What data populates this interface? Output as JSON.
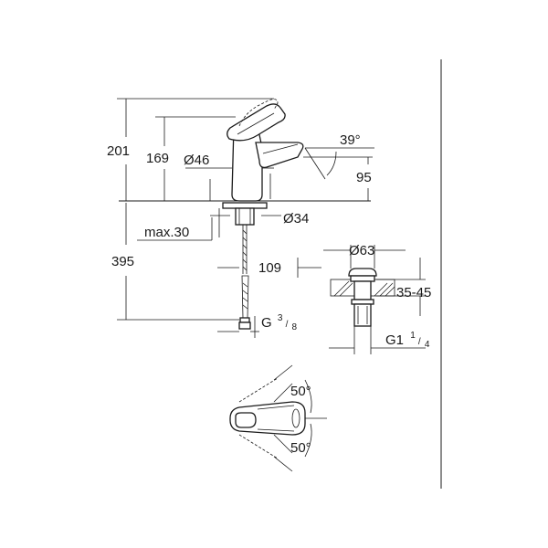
{
  "dimensions": {
    "total_height": "201",
    "spout_height": "169",
    "lever_angle": "39°",
    "outlet_height": "95",
    "body_diameter": "Ø46",
    "hole_diameter": "Ø34",
    "max_thickness": "max.30",
    "below_deck": "395",
    "projection": "109",
    "hose_thread_main": "G",
    "hose_thread_sup": "3",
    "hose_thread_sub": "8",
    "waste_diameter": "Ø63",
    "waste_range": "35-45",
    "waste_thread_main": "G1",
    "waste_thread_sup": "1",
    "waste_thread_sub": "4",
    "rotation_top": "50°",
    "rotation_bottom": "50°"
  }
}
